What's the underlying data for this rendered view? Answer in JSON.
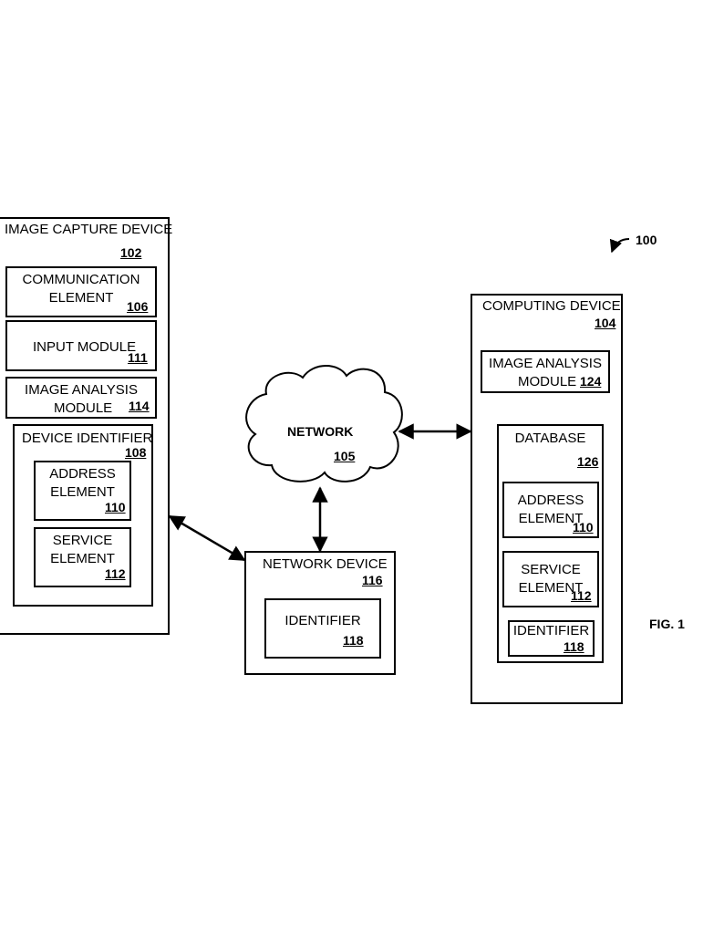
{
  "figure": {
    "ref": "100",
    "label": "FIG. 1"
  },
  "image_capture_device": {
    "title": "IMAGE CAPTURE DEVICE",
    "ref": "102",
    "communication_element": {
      "line1": "COMMUNICATION",
      "line2": "ELEMENT",
      "ref": "106"
    },
    "input_module": {
      "label": "INPUT MODULE",
      "ref": "111"
    },
    "image_analysis_module": {
      "line1": "IMAGE ANALYSIS",
      "line2": "MODULE",
      "ref": "114"
    },
    "device_identifier": {
      "title": "DEVICE IDENTIFIER",
      "ref": "108",
      "address_element": {
        "line1": "ADDRESS",
        "line2": "ELEMENT",
        "ref": "110"
      },
      "service_element": {
        "line1": "SERVICE",
        "line2": "ELEMENT",
        "ref": "112"
      }
    }
  },
  "network": {
    "label": "NETWORK",
    "ref": "105"
  },
  "network_device": {
    "title": "NETWORK DEVICE",
    "ref": "116",
    "identifier": {
      "label": "IDENTIFIER",
      "ref": "118"
    }
  },
  "computing_device": {
    "title": "COMPUTING DEVICE",
    "ref": "104",
    "image_analysis_module": {
      "line1": "IMAGE ANALYSIS",
      "line2": "MODULE",
      "ref": "124"
    },
    "database": {
      "title": "DATABASE",
      "ref": "126",
      "address_element": {
        "line1": "ADDRESS",
        "line2": "ELEMENT",
        "ref": "110"
      },
      "service_element": {
        "line1": "SERVICE",
        "line2": "ELEMENT",
        "ref": "112"
      },
      "identifier": {
        "label": "IDENTIFIER",
        "ref": "118"
      }
    }
  }
}
